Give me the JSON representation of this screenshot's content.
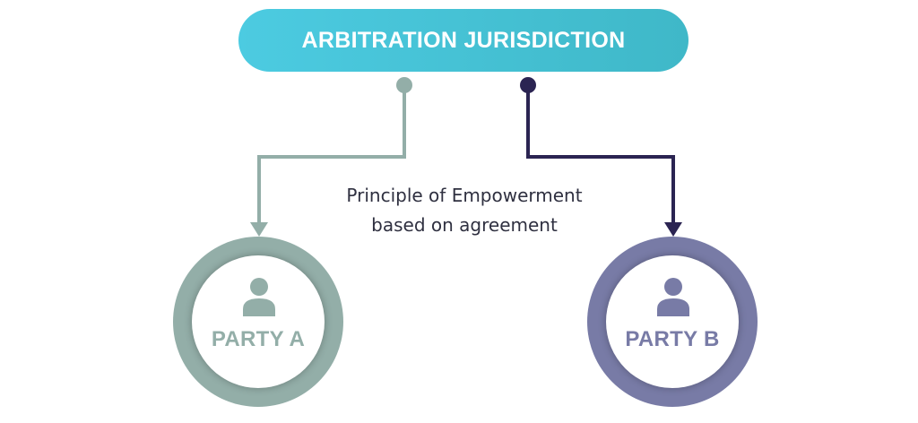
{
  "diagram": {
    "title": "ARBITRATION JURISDICTION",
    "caption_lines": [
      "Principle of Empowerment",
      "based on agreement"
    ],
    "parties": [
      {
        "label": "PARTY A",
        "color": "#93aea8",
        "icon": "person-icon"
      },
      {
        "label": "PARTY B",
        "color": "#787ba6",
        "icon": "person-icon"
      }
    ],
    "colors": {
      "title_bg_start": "#4ccbe1",
      "title_bg_end": "#3fb8c8",
      "connector_a": "#93aea8",
      "connector_b": "#2b2452",
      "caption_text": "#2f3040"
    }
  }
}
